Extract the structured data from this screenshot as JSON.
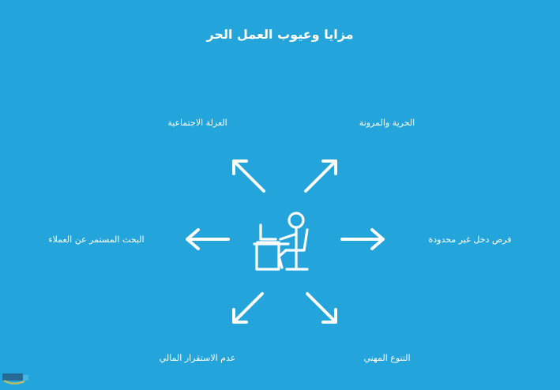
{
  "infographic": {
    "title": "مزايا وعيوب العمل الحر",
    "background_color": "#23a5dc",
    "text_color": "#ffffff",
    "center": {
      "icon_name": "person-at-desk-with-laptop-icon"
    },
    "nodes": [
      {
        "position": "top-left",
        "label": "العزلة الاجتماعية",
        "arrow_icon": "arrow-up-left-icon"
      },
      {
        "position": "top-right",
        "label": "الحرية والمرونة",
        "arrow_icon": "arrow-up-right-icon"
      },
      {
        "position": "middle-left",
        "label": "البحث المستمر عن العملاء",
        "arrow_icon": "arrow-left-icon"
      },
      {
        "position": "middle-right",
        "label": "فرص دخل غير محدودة",
        "arrow_icon": "arrow-right-icon"
      },
      {
        "position": "bottom-left",
        "label": "عدم الاستقرار المالي",
        "arrow_icon": "arrow-down-left-icon"
      },
      {
        "position": "bottom-right",
        "label": "التنوع المهني",
        "arrow_icon": "arrow-down-right-icon"
      }
    ],
    "watermark": {
      "icon_name": "watermark-logo-icon"
    }
  }
}
